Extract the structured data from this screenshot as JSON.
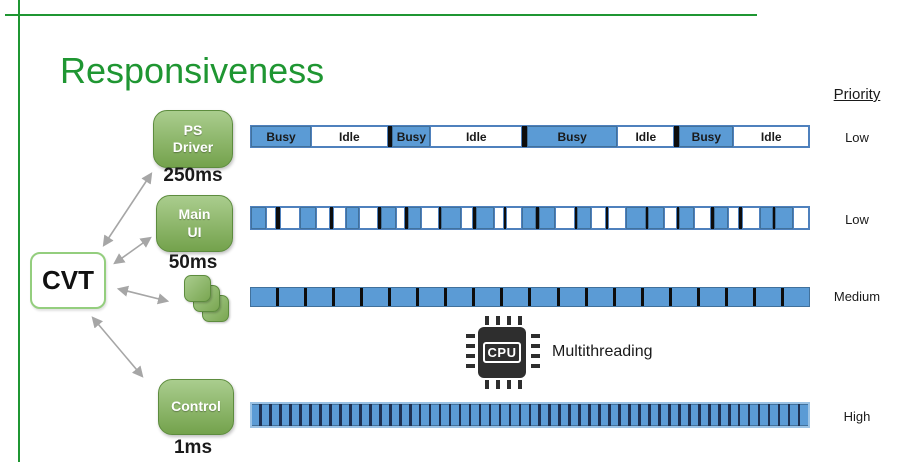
{
  "slide": {
    "title": "Responsiveness",
    "priority_header": "Priority"
  },
  "cvt": {
    "label": "CVT"
  },
  "nodes": [
    {
      "id": "ps-driver",
      "line1": "PS",
      "line2": "Driver",
      "period": "250ms"
    },
    {
      "id": "main-ui",
      "line1": "Main",
      "line2": "UI",
      "period": "50ms"
    },
    {
      "id": "control",
      "line1": "Control",
      "line2": "",
      "period": "1ms"
    }
  ],
  "cpu": {
    "label": "CPU",
    "caption": "Multithreading"
  },
  "timelines": [
    {
      "id": "ps-driver-timeline",
      "priority": "Low",
      "segments": [
        {
          "type": "busy",
          "label": "Busy",
          "w": 60
        },
        {
          "type": "idle",
          "label": "Idle",
          "w": 77
        },
        {
          "type": "tick",
          "w": 5
        },
        {
          "type": "busy",
          "label": "Busy",
          "w": 37
        },
        {
          "type": "idle",
          "label": "Idle",
          "w": 93
        },
        {
          "type": "tick",
          "w": 5
        },
        {
          "type": "busy",
          "label": "Busy",
          "w": 91
        },
        {
          "type": "idle",
          "label": "Idle",
          "w": 57
        },
        {
          "type": "tick",
          "w": 5
        },
        {
          "type": "busy",
          "label": "Busy",
          "w": 54
        },
        {
          "type": "idle",
          "label": "Idle",
          "w": 76
        }
      ]
    },
    {
      "id": "main-ui-timeline",
      "priority": "Low",
      "segments": [
        {
          "type": "busy",
          "w": 15
        },
        {
          "type": "idle",
          "w": 9
        },
        {
          "type": "tick",
          "w": 4
        },
        {
          "type": "idle",
          "w": 21
        },
        {
          "type": "busy",
          "w": 16
        },
        {
          "type": "idle",
          "w": 14
        },
        {
          "type": "tick",
          "w": 3
        },
        {
          "type": "idle",
          "w": 13
        },
        {
          "type": "busy",
          "w": 12
        },
        {
          "type": "idle",
          "w": 20
        },
        {
          "type": "tick",
          "w": 3
        },
        {
          "type": "busy",
          "w": 15
        },
        {
          "type": "idle",
          "w": 8
        },
        {
          "type": "tick",
          "w": 3
        },
        {
          "type": "busy",
          "w": 13
        },
        {
          "type": "idle",
          "w": 18
        },
        {
          "type": "tick",
          "w": 3
        },
        {
          "type": "busy",
          "w": 20
        },
        {
          "type": "idle",
          "w": 12
        },
        {
          "type": "tick",
          "w": 3
        },
        {
          "type": "busy",
          "w": 18
        },
        {
          "type": "idle",
          "w": 9
        },
        {
          "type": "tick",
          "w": 3
        },
        {
          "type": "idle",
          "w": 16
        },
        {
          "type": "busy",
          "w": 14
        },
        {
          "type": "tick",
          "w": 3
        },
        {
          "type": "busy",
          "w": 16
        },
        {
          "type": "idle",
          "w": 20
        },
        {
          "type": "tick",
          "w": 3
        },
        {
          "type": "busy",
          "w": 13
        },
        {
          "type": "idle",
          "w": 15
        },
        {
          "type": "tick",
          "w": 3
        },
        {
          "type": "idle",
          "w": 18
        },
        {
          "type": "busy",
          "w": 20
        },
        {
          "type": "tick",
          "w": 3
        },
        {
          "type": "busy",
          "w": 16
        },
        {
          "type": "idle",
          "w": 12
        },
        {
          "type": "tick",
          "w": 3
        },
        {
          "type": "busy",
          "w": 15
        },
        {
          "type": "idle",
          "w": 17
        },
        {
          "type": "tick",
          "w": 3
        },
        {
          "type": "busy",
          "w": 14
        },
        {
          "type": "idle",
          "w": 10
        },
        {
          "type": "tick",
          "w": 3
        },
        {
          "type": "idle",
          "w": 19
        },
        {
          "type": "busy",
          "w": 12
        },
        {
          "type": "tick",
          "w": 3
        },
        {
          "type": "busy",
          "w": 18
        },
        {
          "type": "idle",
          "w": 16
        }
      ]
    },
    {
      "id": "worker-timeline",
      "priority": "Medium",
      "repeat": {
        "count": 20,
        "busy_w": 25,
        "tick_w": 3
      }
    },
    {
      "id": "control-timeline",
      "priority": "High",
      "repeat": {
        "count": 56,
        "busy_w": 7,
        "tick_w": 2.5
      }
    }
  ],
  "colors": {
    "accent_green": "#1f9632",
    "node_green_light": "#aacd8e",
    "node_green_dark": "#74a24c",
    "busy_blue": "#5b9bd5",
    "bar_border_blue": "#4f81bd",
    "tick_black": "#0d0d0d",
    "arrow_gray": "#a6a6a6"
  }
}
